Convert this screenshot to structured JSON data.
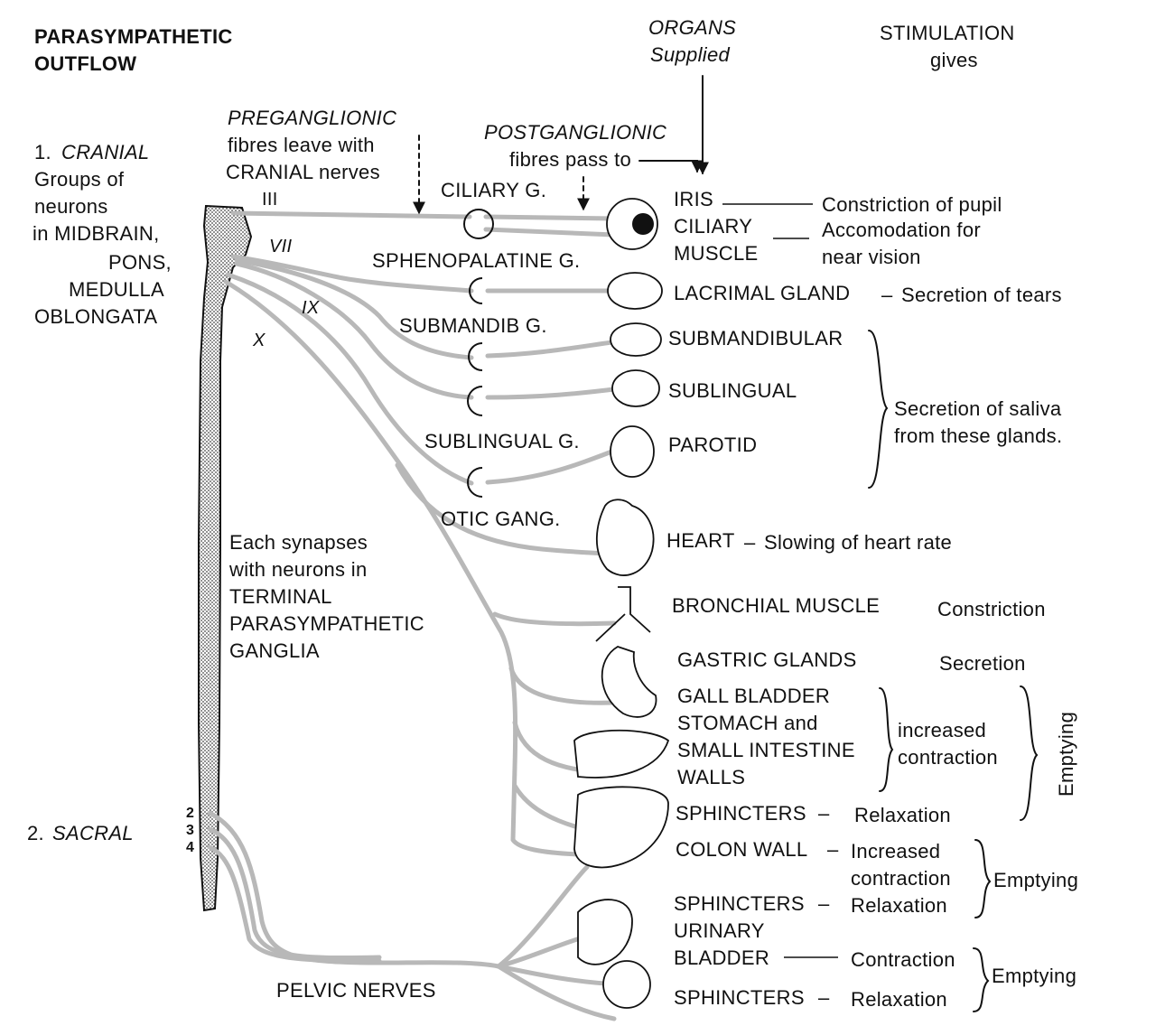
{
  "title": [
    "PARASYMPATHETIC",
    "OUTFLOW"
  ],
  "headers": {
    "organs": [
      "ORGANS",
      "Supplied"
    ],
    "stimulation": [
      "STIMULATION",
      "gives"
    ]
  },
  "cranial": {
    "heading_num": "1.",
    "heading": "CRANIAL",
    "lines": [
      "Groups of",
      "neurons",
      "in MIDBRAIN,",
      "PONS,",
      "MEDULLA",
      "OBLONGATA"
    ]
  },
  "sacral": {
    "num": "2.",
    "label": "SACRAL",
    "segments": [
      "2",
      "3",
      "4"
    ]
  },
  "preganglionic": {
    "title": "PREGANGLIONIC",
    "lines": [
      "fibres leave with",
      "CRANIAL nerves"
    ]
  },
  "postganglionic": {
    "title": "POSTGANGLIONIC",
    "line": "fibres pass to"
  },
  "nerves": {
    "III": "III",
    "VII": "VII",
    "IX": "IX",
    "X": "X"
  },
  "ganglia": {
    "ciliary": "CILIARY G.",
    "sphenopalatine": "SPHENOPALATINE G.",
    "submandib": "SUBMANDIB G.",
    "sublingual": "SUBLINGUAL G.",
    "otic": "OTIC GANG."
  },
  "synapse_note": [
    "Each synapses",
    "with neurons in",
    "TERMINAL",
    "PARASYMPATHETIC",
    "GANGLIA"
  ],
  "pelvic_nerves": "PELVIC NERVES",
  "organs": {
    "iris": "IRIS",
    "ciliary_muscle": [
      "CILIARY",
      "MUSCLE"
    ],
    "lacrimal": "LACRIMAL GLAND",
    "submandibular": "SUBMANDIBULAR",
    "sublingual": "SUBLINGUAL",
    "parotid": "PAROTID",
    "heart": "HEART",
    "bronchial": "BRONCHIAL MUSCLE",
    "gastric": "GASTRIC GLANDS",
    "gut": [
      "GALL BLADDER",
      "STOMACH and",
      "SMALL INTESTINE",
      "WALLS"
    ],
    "sphincters_gut": "SPHINCTERS",
    "colon_wall": "COLON WALL",
    "sphincters_colon": "SPHINCTERS",
    "urinary": [
      "URINARY",
      "BLADDER"
    ],
    "sphincters_urinary": "SPHINCTERS"
  },
  "effects": {
    "iris": "Constriction of pupil",
    "ciliary": [
      "Accomodation for",
      "near vision"
    ],
    "lacrimal": "Secretion of tears",
    "saliva": [
      "Secretion of saliva",
      "from these glands."
    ],
    "heart": "Slowing of heart rate",
    "bronchial": "Constriction",
    "gastric": "Secretion",
    "gut": [
      "increased",
      "contraction"
    ],
    "sphincters_gut": "Relaxation",
    "colon": [
      "Increased",
      "contraction"
    ],
    "sphincters_colon": "Relaxation",
    "bladder": "Contraction",
    "sphincters_urinary": "Relaxation",
    "emptying_gut": "Emptying",
    "emptying_colon": "Emptying",
    "emptying_bladder": "Emptying"
  },
  "dash": "–",
  "colors": {
    "fibre": "#b8b8b8",
    "ink": "#111111",
    "cord_fill": "#d9d9d9"
  }
}
